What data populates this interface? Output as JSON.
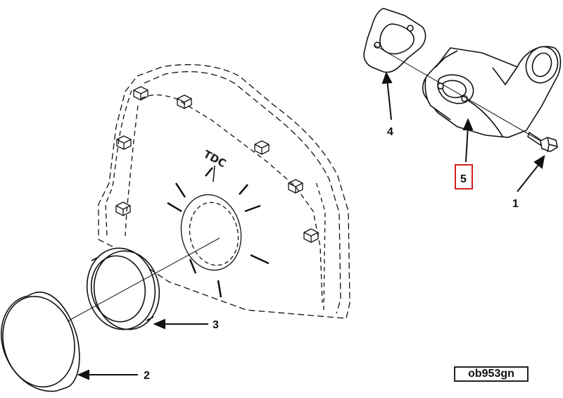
{
  "figure_id": "ob953gn",
  "engraved_text": "TDC",
  "callouts": [
    {
      "label": "1"
    },
    {
      "label": "2"
    },
    {
      "label": "3"
    },
    {
      "label": "4"
    },
    {
      "label": "5",
      "highlight_color": "#d42020"
    }
  ],
  "colors": {
    "line": "#111111",
    "highlight": "#d42020",
    "background": "#ffffff"
  }
}
